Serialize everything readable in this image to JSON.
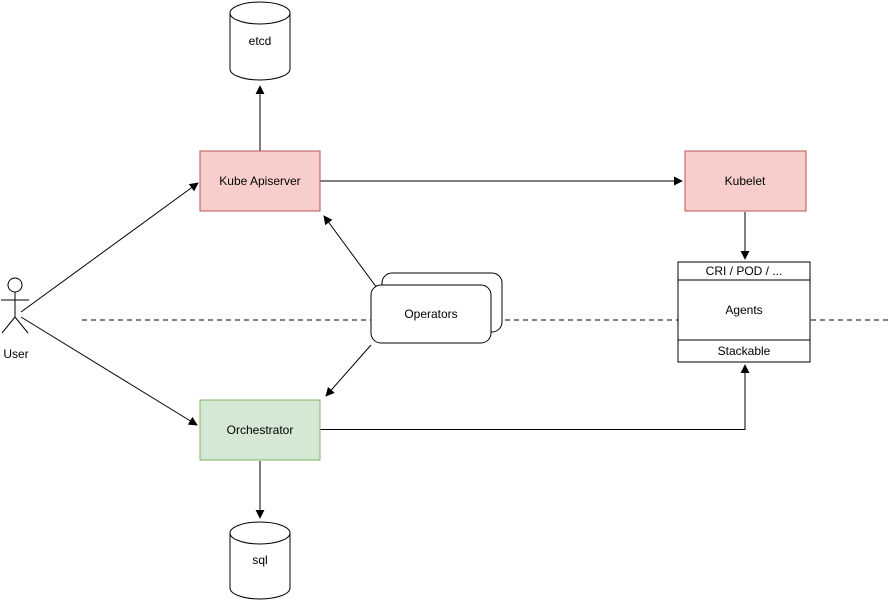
{
  "diagram": {
    "type": "architecture-flow-diagram",
    "background": "#ffffff",
    "colors": {
      "edge": "#000000",
      "red_fill": "#f8cecc",
      "red_stroke": "#b85450",
      "green_fill": "#d5e8d4",
      "green_stroke": "#82b366",
      "neutral_fill": "#ffffff",
      "neutral_stroke": "#000000"
    },
    "nodes": {
      "etcd": {
        "label": "etcd",
        "shape": "cylinder",
        "fill": "#ffffff",
        "stroke": "#000000"
      },
      "kube_apiserver": {
        "label": "Kube Apiserver",
        "shape": "rect",
        "fill": "#f8cecc",
        "stroke": "#b85450"
      },
      "kubelet": {
        "label": "Kubelet",
        "shape": "rect",
        "fill": "#f8cecc",
        "stroke": "#b85450"
      },
      "operators": {
        "label": "Operators",
        "shape": "stacked-rounded-rect",
        "fill": "#ffffff",
        "stroke": "#000000"
      },
      "agents_stack": {
        "header": "CRI / POD / ...",
        "body": "Agents",
        "footer": "Stackable",
        "shape": "partitioned-rect",
        "fill": "#ffffff",
        "stroke": "#000000"
      },
      "orchestrator": {
        "label": "Orchestrator",
        "shape": "rect",
        "fill": "#d5e8d4",
        "stroke": "#82b366"
      },
      "sql": {
        "label": "sql",
        "shape": "cylinder",
        "fill": "#ffffff",
        "stroke": "#000000"
      },
      "user": {
        "label": "User",
        "shape": "actor",
        "fill": "#ffffff",
        "stroke": "#000000"
      }
    },
    "edges": [
      {
        "from": "user",
        "to": "kube_apiserver",
        "style": "solid",
        "arrow": "end"
      },
      {
        "from": "user",
        "to": "orchestrator",
        "style": "solid",
        "arrow": "end"
      },
      {
        "from": "kube_apiserver",
        "to": "etcd",
        "style": "solid",
        "arrow": "end"
      },
      {
        "from": "kube_apiserver",
        "to": "kubelet",
        "style": "solid",
        "arrow": "end"
      },
      {
        "from": "kubelet",
        "to": "agents_stack",
        "style": "solid",
        "arrow": "end"
      },
      {
        "from": "operators",
        "to": "kube_apiserver",
        "style": "solid",
        "arrow": "end"
      },
      {
        "from": "operators",
        "to": "orchestrator",
        "style": "solid",
        "arrow": "end"
      },
      {
        "from": "orchestrator",
        "to": "sql",
        "style": "solid",
        "arrow": "end"
      },
      {
        "from": "orchestrator",
        "to": "agents_stack",
        "style": "solid",
        "arrow": "end"
      },
      {
        "name": "plane-separator",
        "style": "dashed",
        "arrow": "none"
      }
    ]
  }
}
